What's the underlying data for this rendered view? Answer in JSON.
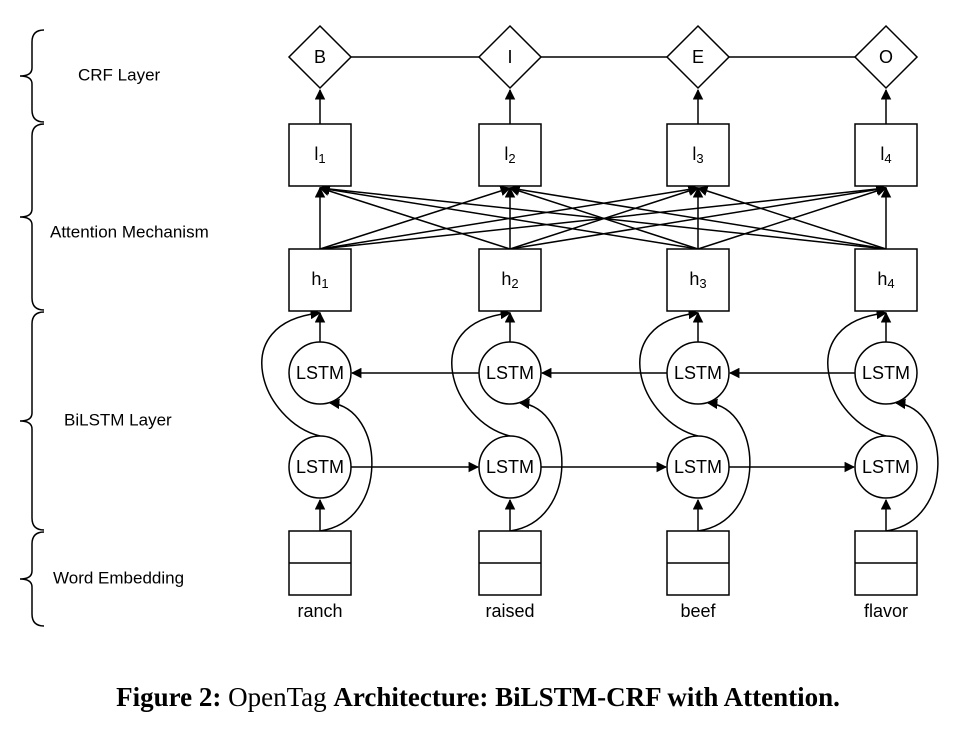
{
  "layers": [
    {
      "id": "crf",
      "label": "CRF Layer"
    },
    {
      "id": "attention",
      "label": "Attention Mechanism"
    },
    {
      "id": "bilstm",
      "label": "BiLSTM Layer"
    },
    {
      "id": "embedding",
      "label": "Word Embedding"
    }
  ],
  "columns": [
    {
      "word": "ranch",
      "hidden": "h",
      "hidden_sub": "1",
      "attn": "l",
      "attn_sub": "1",
      "tag": "B"
    },
    {
      "word": "raised",
      "hidden": "h",
      "hidden_sub": "2",
      "attn": "l",
      "attn_sub": "2",
      "tag": "I"
    },
    {
      "word": "beef",
      "hidden": "h",
      "hidden_sub": "3",
      "attn": "l",
      "attn_sub": "3",
      "tag": "E"
    },
    {
      "word": "flavor",
      "hidden": "h",
      "hidden_sub": "4",
      "attn": "l",
      "attn_sub": "4",
      "tag": "O"
    }
  ],
  "lstm_label": "LSTM",
  "caption": {
    "prefix": "Figure 2:",
    "name": "OpenTag",
    "suffix": "Architecture: BiLSTM-CRF with Attention."
  }
}
